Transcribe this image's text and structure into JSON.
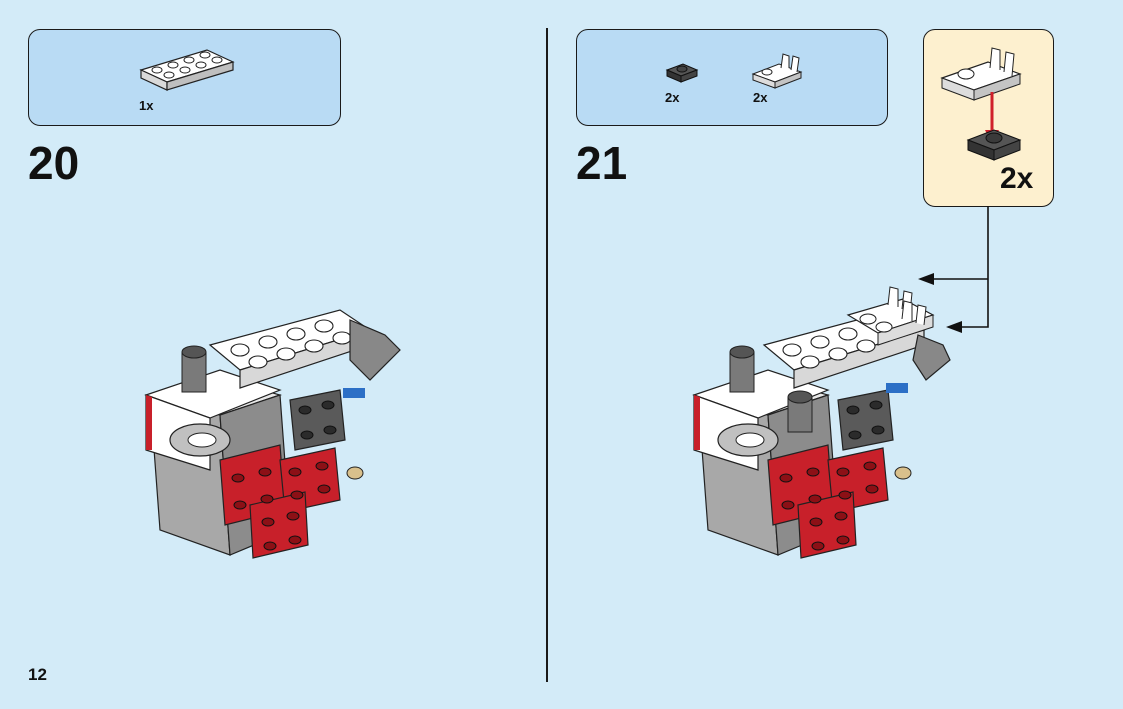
{
  "step20": {
    "number": "20",
    "parts": [
      {
        "name": "white-plate-2x4",
        "qty": "1x"
      }
    ]
  },
  "step21": {
    "number": "21",
    "parts": [
      {
        "name": "dark-gray-plate-1x1-round",
        "qty": "2x"
      },
      {
        "name": "white-plate-1x2-clip",
        "qty": "2x"
      }
    ],
    "subassembly": {
      "qty": "2x"
    }
  },
  "page_number": "12",
  "colors": {
    "background": "#d3ebf8",
    "parts_box": "#b9dbf4",
    "subassembly_box": "#fdf0cf",
    "red_arrow": "#d0202a"
  }
}
